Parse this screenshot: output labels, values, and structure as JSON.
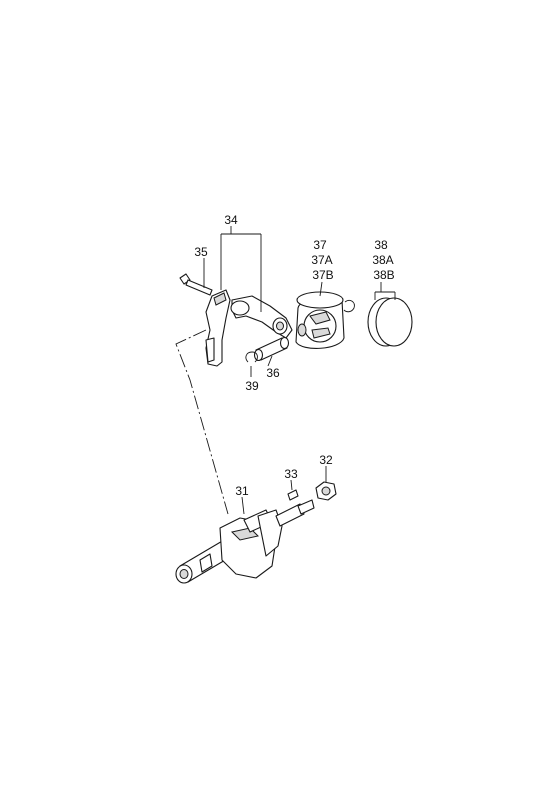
{
  "callouts": {
    "c34": "34",
    "c35": "35",
    "c36": "36",
    "c37": "37",
    "c37a": "37A",
    "c37b": "37B",
    "c38": "38",
    "c38a": "38A",
    "c38b": "38B",
    "c39": "39",
    "c31": "31",
    "c32": "32",
    "c33": "33"
  },
  "colors": {
    "line": "#1a1a1a",
    "background": "#ffffff"
  }
}
